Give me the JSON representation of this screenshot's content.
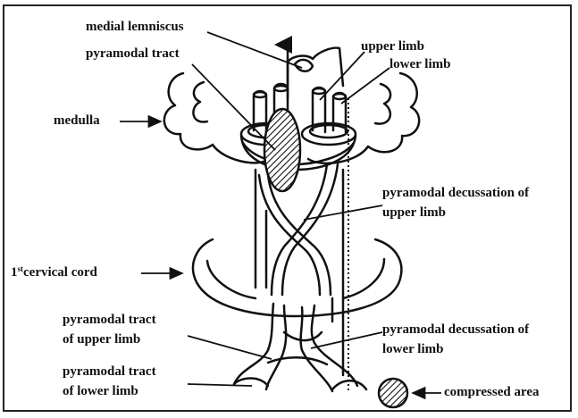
{
  "labels": {
    "medial_lemniscus": "medial lemniscus",
    "pyramodal_tract": "pyramodal tract",
    "upper_limb": "upper limb",
    "lower_limb": "lower limb",
    "medulla": "medulla",
    "decussation_upper_line1": "pyramodal decussation of",
    "decussation_upper_line2": "upper limb",
    "cervical_prefix": "1",
    "cervical_sup": "st",
    "cervical_rest": "cervical cord",
    "tract_upper_line1": "pyramodal tract",
    "tract_upper_line2": "of upper limb",
    "decussation_lower_line1": "pyramodal decussation of",
    "decussation_lower_line2": "lower limb",
    "tract_lower_line1": "pyramodal tract",
    "tract_lower_line2": "of lower limb",
    "compressed_area": "compressed area"
  },
  "colors": {
    "stroke": "#111111",
    "background": "#ffffff"
  },
  "icons": {
    "compressed_area_legend": "hatched-circle-icon",
    "arrow": "arrow-right-icon"
  }
}
